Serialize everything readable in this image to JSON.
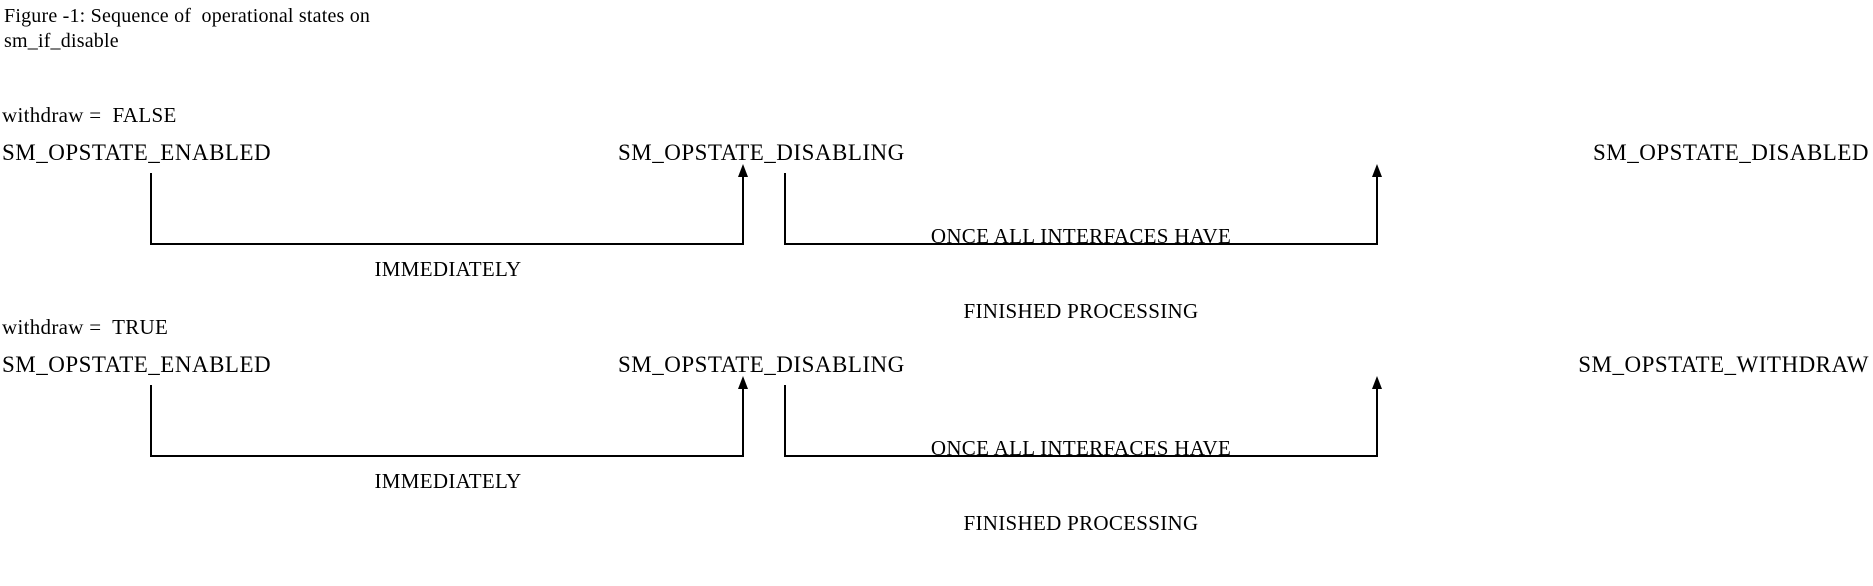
{
  "caption": {
    "line1": "Figure -1: Sequence of  operational states on",
    "line2": "sm_if_disable"
  },
  "diagrams": [
    {
      "condition_label": "withdraw =  FALSE",
      "states": {
        "start": "SM_OPSTATE_ENABLED",
        "middle": "SM_OPSTATE_DISABLING",
        "end": "SM_OPSTATE_DISABLED"
      },
      "transitions": [
        {
          "from": "SM_OPSTATE_ENABLED",
          "to": "SM_OPSTATE_DISABLING",
          "label_line1": "IMMEDIATELY",
          "label_line2": ""
        },
        {
          "from": "SM_OPSTATE_DISABLING",
          "to": "SM_OPSTATE_DISABLED",
          "label_line1": "ONCE ALL INTERFACES HAVE",
          "label_line2": "FINISHED PROCESSING"
        }
      ]
    },
    {
      "condition_label": "withdraw =  TRUE",
      "states": {
        "start": "SM_OPSTATE_ENABLED",
        "middle": "SM_OPSTATE_DISABLING",
        "end": "SM_OPSTATE_WITHDRAW"
      },
      "transitions": [
        {
          "from": "SM_OPSTATE_ENABLED",
          "to": "SM_OPSTATE_DISABLING",
          "label_line1": "IMMEDIATELY",
          "label_line2": ""
        },
        {
          "from": "SM_OPSTATE_DISABLING",
          "to": "SM_OPSTATE_WITHDRAW",
          "label_line1": "ONCE ALL INTERFACES HAVE",
          "label_line2": "FINISHED PROCESSING"
        }
      ]
    }
  ],
  "colors": {
    "background": "#ffffff",
    "ink": "#000000"
  }
}
